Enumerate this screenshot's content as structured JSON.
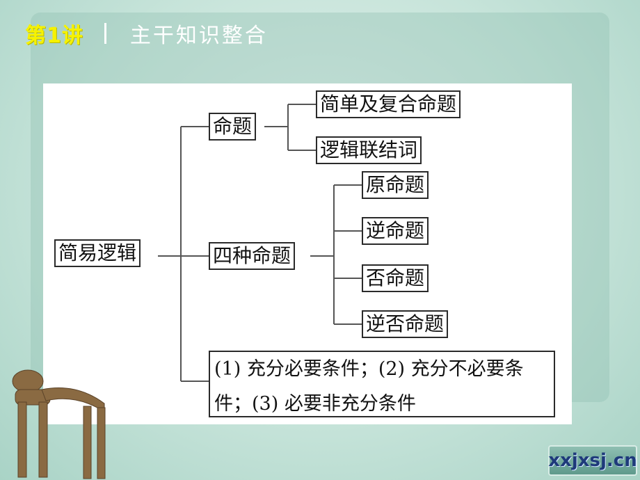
{
  "header": {
    "lecture": "第1讲",
    "separator": "|",
    "title": "主干知识整合"
  },
  "diagram": {
    "root": "简易逻辑",
    "branches": [
      {
        "label": "命题",
        "children": [
          "简单及复合命题",
          "逻辑联结词"
        ]
      },
      {
        "label": "四种命题",
        "children": [
          "原命题",
          "逆命题",
          "否命题",
          "逆否命题"
        ]
      },
      {
        "label": "(1) 充分必要条件；(2) 充分不必要条件；(3) 必要非充分条件",
        "children": []
      }
    ]
  },
  "watermark": {
    "text": "xxjxsj.cn"
  },
  "colors": {
    "title_accent": "#f6f200",
    "title_text": "#ffffff",
    "background": "#bfe0d6",
    "box_border": "#2a2a2a",
    "connector": "#555555"
  }
}
